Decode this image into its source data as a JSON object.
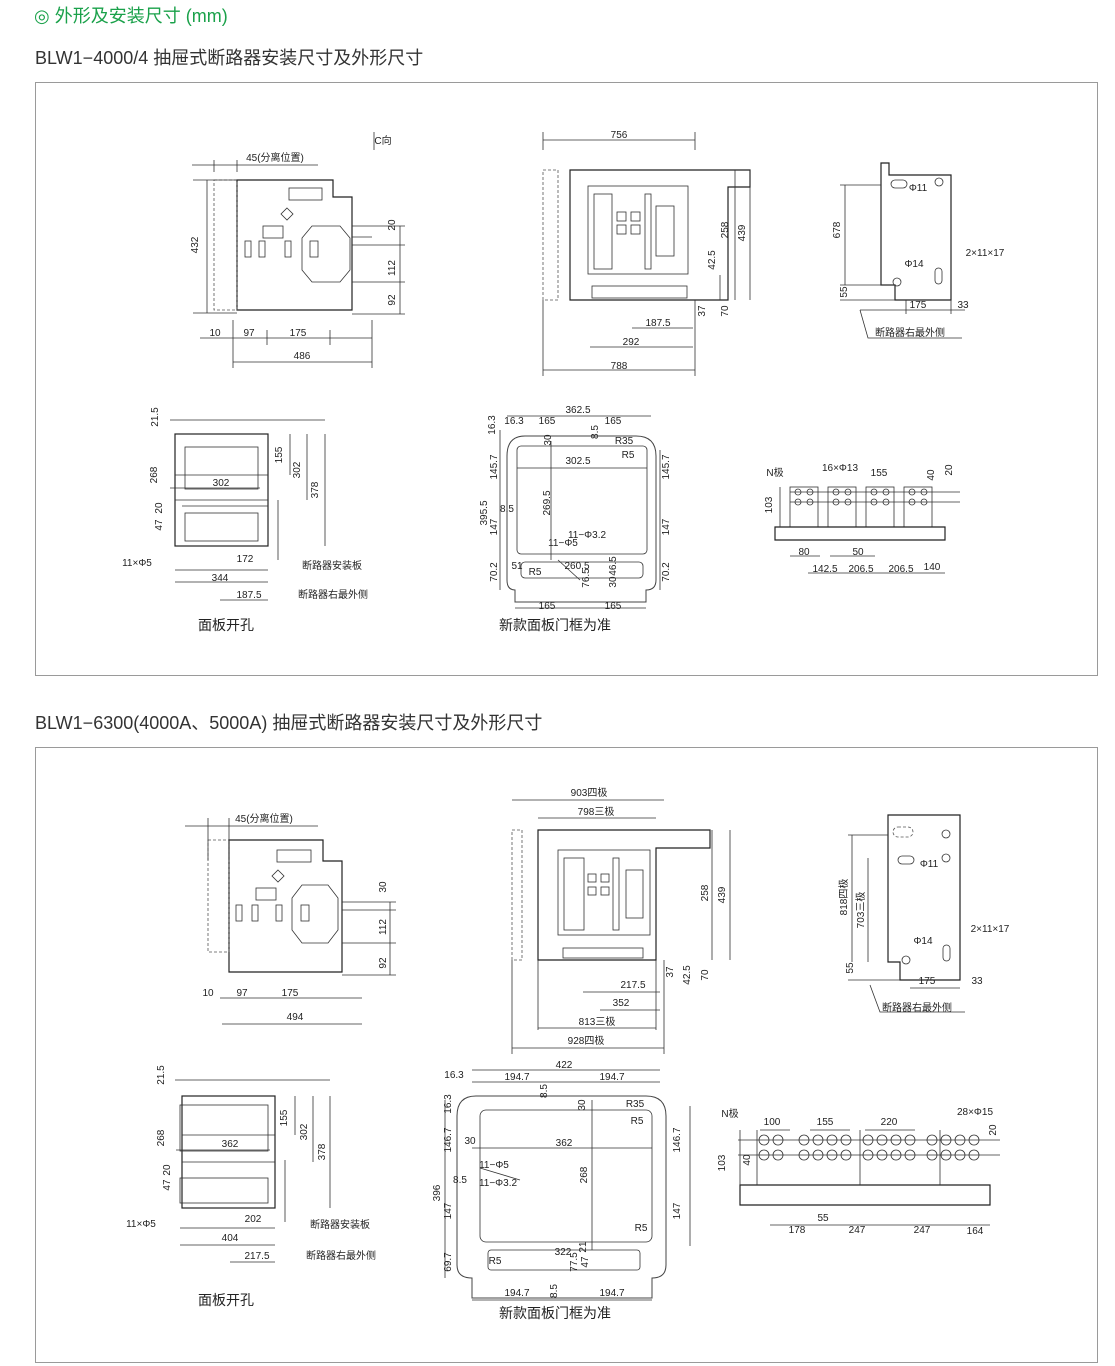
{
  "section_title": "◎ 外形及安装尺寸 (mm)",
  "models": [
    {
      "title": "BLW1−4000/4 抽屉式断路器安装尺寸及外形尺寸",
      "side_view": [
        "45(分离位置)",
        "C向",
        "432",
        "20",
        "112",
        "92",
        "10",
        "97",
        "175",
        "486"
      ],
      "front_view": [
        "756",
        "258",
        "439",
        "42.5",
        "37",
        "70",
        "187.5",
        "292",
        "788"
      ],
      "right_view": [
        "Φ11",
        "678",
        "Φ14",
        "2×11×17",
        "55",
        "175",
        "33",
        "断路器右最外侧"
      ],
      "panel_cutout": [
        "21.5",
        "155",
        "302",
        "378",
        "268",
        "302",
        "20",
        "47",
        "11×Φ5",
        "172",
        "断路器安装板",
        "344",
        "187.5",
        "断路器右最外侧",
        "面板开孔"
      ],
      "door_frame": [
        "362.5",
        "16.3",
        "16.3",
        "165",
        "165",
        "8.5",
        "30",
        "R35",
        "R5",
        "302.5",
        "145.7",
        "145.7",
        "395.5",
        "8.5",
        "269.5",
        "147",
        "147",
        "11−Φ3.2",
        "11−Φ5",
        "51",
        "260.5",
        "R5",
        "70.2",
        "76.5",
        "30",
        "46.5",
        "70.2",
        "165",
        "165",
        "新款面板门框为准"
      ],
      "terminals": [
        "N极",
        "16×Φ13",
        "155",
        "40",
        "20",
        "103",
        "80",
        "50",
        "142.5",
        "206.5",
        "206.5",
        "140"
      ]
    },
    {
      "title": "BLW1−6300(4000A、5000A) 抽屉式断路器安装尺寸及外形尺寸",
      "side_view": [
        "45(分离位置)",
        "30",
        "112",
        "92",
        "10",
        "97",
        "175",
        "494"
      ],
      "front_view": [
        "903四极",
        "798三极",
        "258",
        "439",
        "37",
        "42.5",
        "70",
        "217.5",
        "352",
        "813三极",
        "928四极"
      ],
      "right_view": [
        "818四极",
        "703三极",
        "Φ11",
        "Φ14",
        "2×11×17",
        "55",
        "175",
        "33",
        "断路器右最外侧"
      ],
      "panel_cutout": [
        "21.5",
        "155",
        "302",
        "378",
        "268",
        "362",
        "20",
        "47",
        "11×Φ5",
        "202",
        "断路器安装板",
        "404",
        "217.5",
        "断路器右最外侧",
        "面板开孔"
      ],
      "door_frame": [
        "422",
        "16.3",
        "194.7",
        "194.7",
        "8.5",
        "16.3",
        "30",
        "R35",
        "R5",
        "30",
        "362",
        "146.7",
        "146.7",
        "11−Φ5",
        "11−Φ3.2",
        "8.5",
        "268",
        "396",
        "147",
        "147",
        "R5",
        "322",
        "21",
        "77.5",
        "47",
        "R5",
        "69.7",
        "8.5",
        "194.7",
        "194.7",
        "新款面板门框为准"
      ],
      "terminals": [
        "N极",
        "100",
        "155",
        "220",
        "28×Φ15",
        "20",
        "103",
        "40",
        "55",
        "178",
        "247",
        "247",
        "164"
      ]
    }
  ],
  "colors": {
    "accent": "#1aa14a",
    "line": "#333333",
    "border": "#9a9a9a"
  }
}
